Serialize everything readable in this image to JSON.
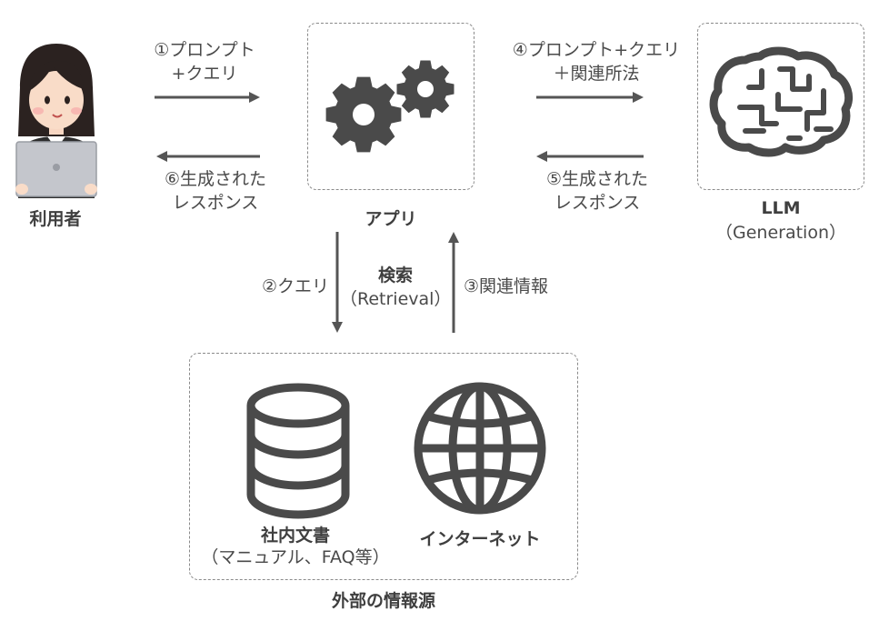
{
  "colors": {
    "icon": "#4a4a4a",
    "arrow": "#555555",
    "box_border": "#8a8a8a"
  },
  "nodes": {
    "user": {
      "label": "利用者",
      "icon": "woman-with-laptop-icon"
    },
    "app": {
      "label": "アプリ",
      "icon": "gears-icon"
    },
    "llm": {
      "label": "LLM",
      "sublabel": "（Generation）",
      "icon": "brain-icon"
    },
    "docs": {
      "label": "社内文書",
      "sublabel": "（マニュアル、FAQ等）",
      "icon": "database-icon"
    },
    "internet": {
      "label": "インターネット",
      "icon": "globe-icon"
    },
    "sources": {
      "label": "外部の情報源"
    }
  },
  "edges": {
    "step1": {
      "line1": "①プロンプト",
      "line2": "+クエリ"
    },
    "step2": {
      "label": "②クエリ"
    },
    "retrieval": {
      "line1": "検索",
      "line2": "（Retrieval）"
    },
    "step3": {
      "label": "③関連情報"
    },
    "step4": {
      "line1": "④プロンプト+クエリ",
      "line2": "＋関連所法"
    },
    "step5": {
      "line1": "⑤生成された",
      "line2": "レスポンス"
    },
    "step6": {
      "line1": "⑥生成された",
      "line2": "レスポンス"
    }
  }
}
